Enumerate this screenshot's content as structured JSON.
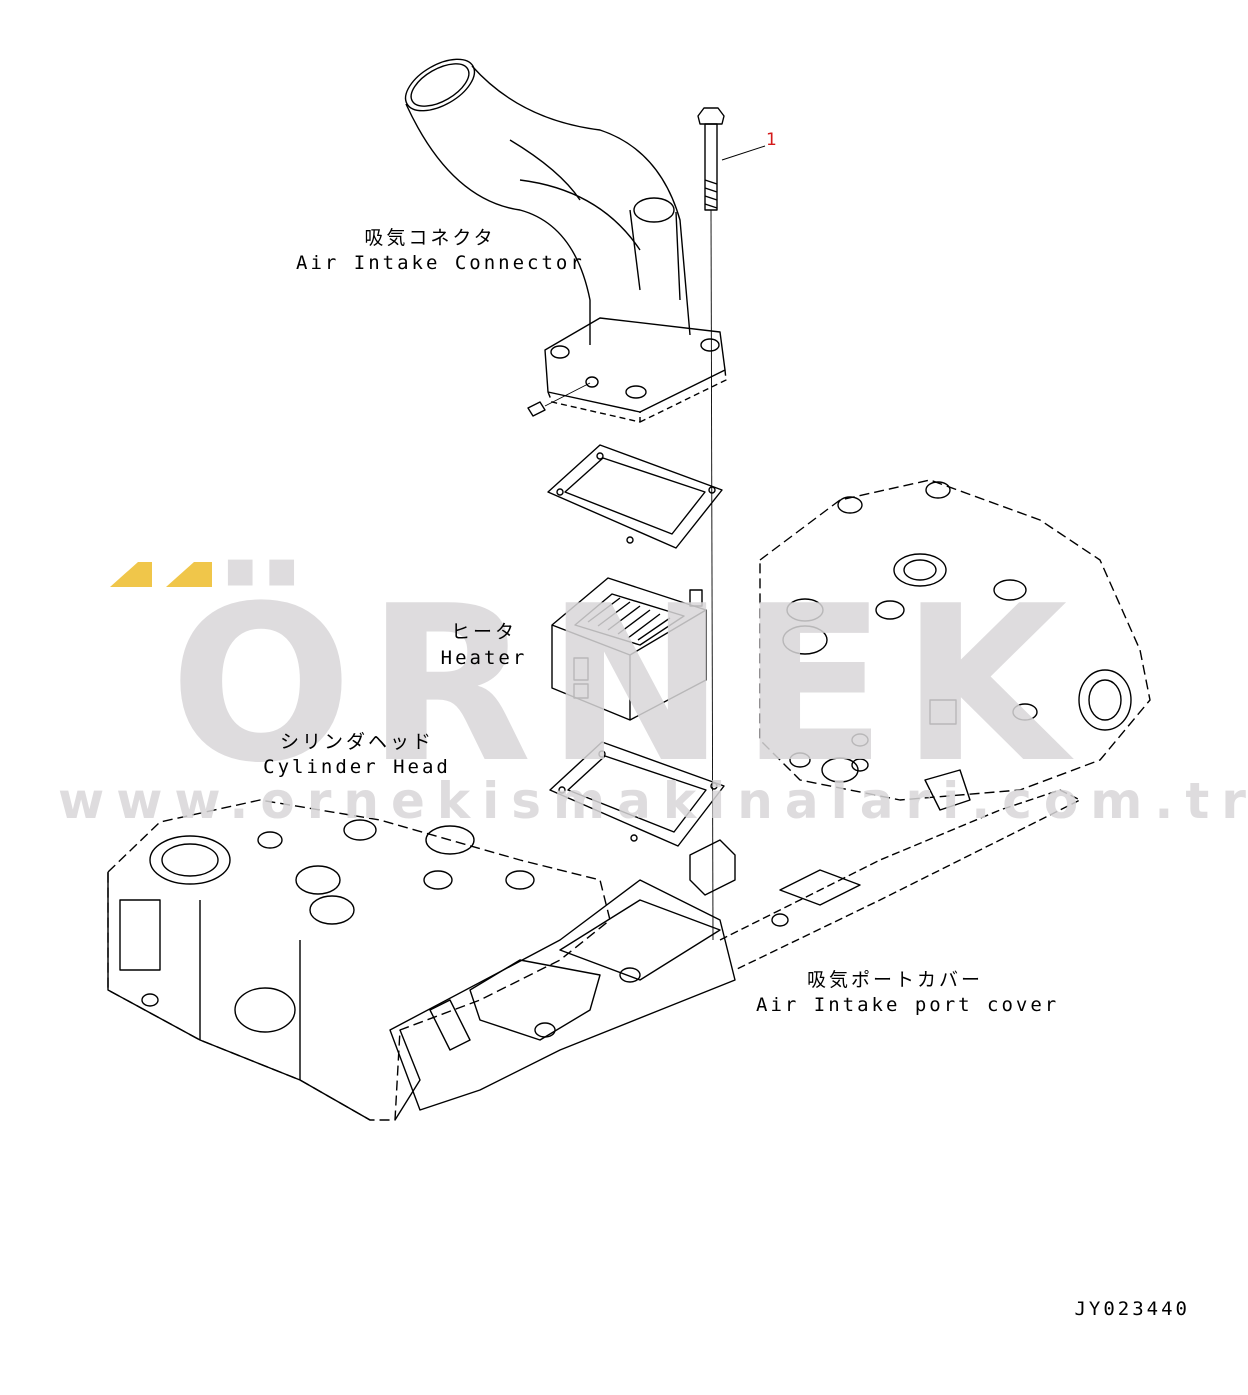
{
  "watermark": {
    "brand": "ÖRNEK",
    "url": "www.ornekismakinalari.com.tr",
    "accent_color": "#f0c64a",
    "text_color": "#d9d7d9"
  },
  "labels": {
    "air_intake_connector_jp": "吸気コネクタ",
    "air_intake_connector_en": "Air Intake Connector",
    "heater_jp": "ヒータ",
    "heater_en": "Heater",
    "cylinder_head_jp": "シリンダヘッド",
    "cylinder_head_en": "Cylinder Head",
    "air_intake_port_cover_jp": "吸気ポートカバー",
    "air_intake_port_cover_en": "Air Intake port cover"
  },
  "callouts": [
    {
      "number": "1",
      "color": "#d41a1a"
    }
  ],
  "drawing_number": "JY023440"
}
